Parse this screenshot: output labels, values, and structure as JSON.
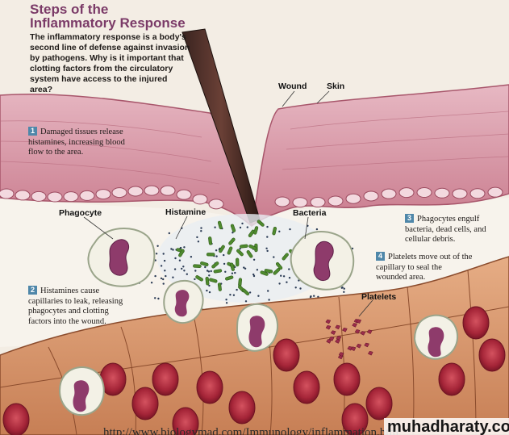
{
  "title": "Steps of the\nInflammatory Response",
  "intro": "The inflammatory response is a body's second line of defense against invasion by pathogens. Why is it important that clotting factors from the circulatory system have access to the injured area?",
  "labels": {
    "wound": "Wound",
    "skin": "Skin",
    "phagocyte": "Phagocyte",
    "histamine": "Histamine",
    "bacteria": "Bacteria",
    "platelets": "Platelets"
  },
  "steps": [
    {
      "num": "1",
      "text": "Damaged tissues release histamines, increasing blood flow to the area."
    },
    {
      "num": "2",
      "text": "Histamines cause capillaries to leak, releasing phagocytes and clotting factors into the wound."
    },
    {
      "num": "3",
      "text": "Phagocytes engulf bacteria, dead cells, and cellular debris."
    },
    {
      "num": "4",
      "text": "Platelets move out of the capillary to seal the wounded area."
    }
  ],
  "url_text": "http://www.biologymad.com/Immunology/inflammation.htm",
  "watermark": "muhadharaty.com",
  "colors": {
    "title": "#7b3b68",
    "step_badge": "#4f87a9",
    "skin": "#cf8d9d",
    "tissue": "#f6f2ea",
    "capillary_cell": "#d8956a",
    "red_blood_cell": "#a52538",
    "bacteria": "#4f8a2e",
    "phagocyte_nucleus": "#8e3b6b"
  }
}
